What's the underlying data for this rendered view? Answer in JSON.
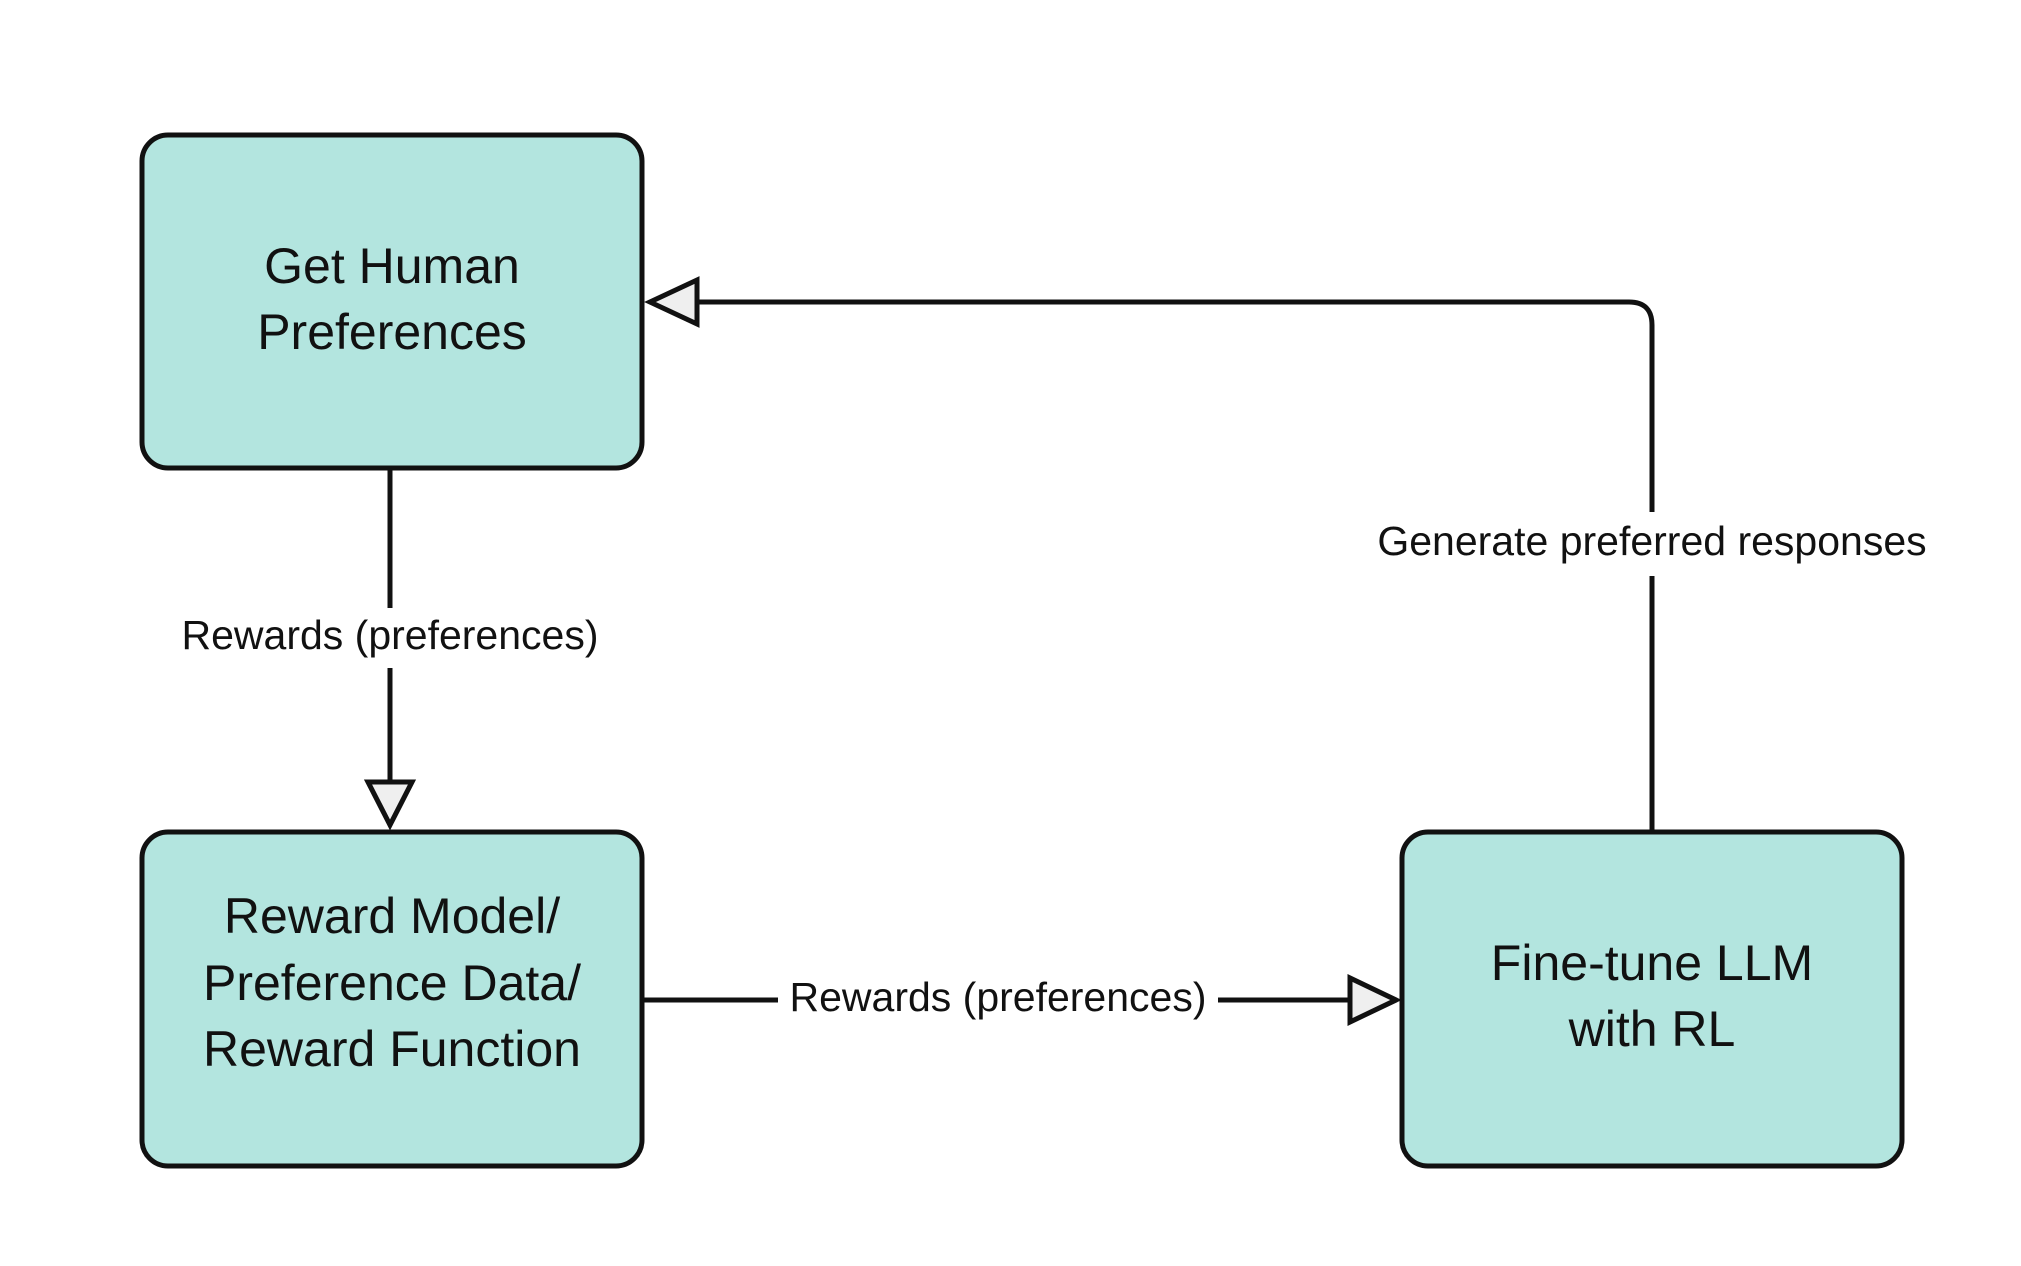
{
  "nodes": {
    "human_preferences": {
      "lines": [
        "Get Human",
        "Preferences"
      ]
    },
    "reward_model": {
      "lines": [
        "Reward Model/",
        "Preference Data/",
        "Reward Function"
      ]
    },
    "fine_tune": {
      "lines": [
        "Fine-tune LLM",
        "with RL"
      ]
    }
  },
  "edges": {
    "human_to_reward": {
      "label": "Rewards (preferences)"
    },
    "reward_to_finetune": {
      "label": "Rewards (preferences)"
    },
    "finetune_to_human": {
      "label": "Generate preferred responses"
    }
  },
  "colors": {
    "node_fill": "#b3e5df",
    "stroke": "#111111",
    "arrow_fill": "#efefef",
    "background": "#ffffff"
  }
}
